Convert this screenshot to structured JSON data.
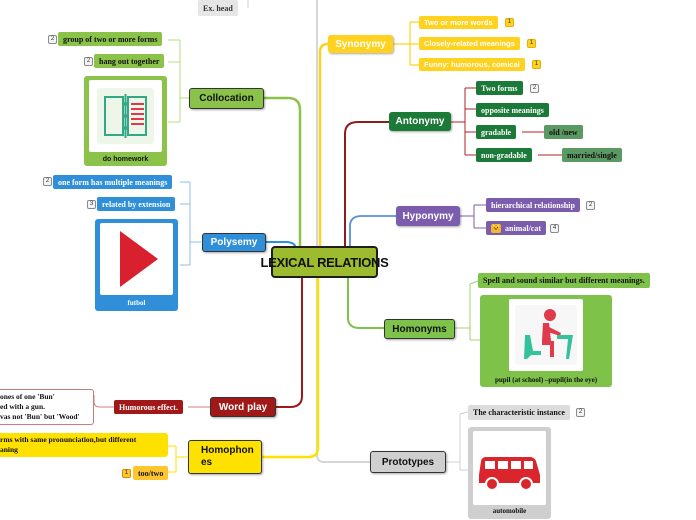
{
  "center": "LEXICAL RELATIONS",
  "top_partial": "Ex. head",
  "synonymy": {
    "label": "Synonymy",
    "items": [
      "Two or more words",
      "Closely-related meanings",
      "Funny: humorous, comical"
    ]
  },
  "antonymy": {
    "label": "Antonymy",
    "two_forms": "Two forms",
    "opposite": "opposite  meanings",
    "gradable": "gradable",
    "gradable_example": "old /new",
    "non_gradable": "non-gradable",
    "non_gradable_example": "married/single"
  },
  "hyponymy": {
    "label": "Hyponymy",
    "items": [
      "hierarchical relationship",
      "animal/cat"
    ]
  },
  "homonyms": {
    "label": "Homonyms",
    "description": "Spell and sound similar but different meanings.",
    "image_caption": "pupil (at school) –pupil(in the eye)"
  },
  "prototypes": {
    "label": "Prototypes",
    "description": "The characteristic instance",
    "image_caption": "automobile"
  },
  "collocation": {
    "label": "Collocation",
    "items": [
      "group of two or more forms",
      "hang out together"
    ],
    "image_caption": "do homework"
  },
  "polysemy": {
    "label": "Polysemy",
    "items": [
      "one form has multiple meanings",
      "related by extension"
    ],
    "image_caption": "futbol"
  },
  "wordplay": {
    "label": "Word play",
    "effect": "Humorous effect.",
    "example_lines": [
      "ones of one 'Bun'",
      "ed with a gun.",
      "vas not 'Bun' but 'Wood'"
    ]
  },
  "homophones": {
    "label_line1": "Homophon",
    "label_line2": "es",
    "description_line1": "rms with same pronunciation,but different",
    "description_line2": "aning",
    "example": "too/two"
  },
  "badges": {
    "synonymy": [
      "1",
      "1",
      "1"
    ],
    "two_forms": "2",
    "hyponymy": [
      "2",
      "4"
    ],
    "prototypes": "2",
    "collocation": [
      "2",
      "2"
    ],
    "polysemy": [
      "2",
      "3"
    ],
    "homophones": "1"
  },
  "colors": {
    "center": "#9dbb2e",
    "synonymy": "#ffd21f",
    "antonymy": "#1c8a3c",
    "hyponymy": "#7c5cad",
    "homonyms": "#7fc24a",
    "prototypes": "#cfcfcf",
    "collocation": "#8bc34a",
    "polysemy": "#2f8fd8",
    "wordplay": "#a01818",
    "homophones": "#ffe100"
  }
}
